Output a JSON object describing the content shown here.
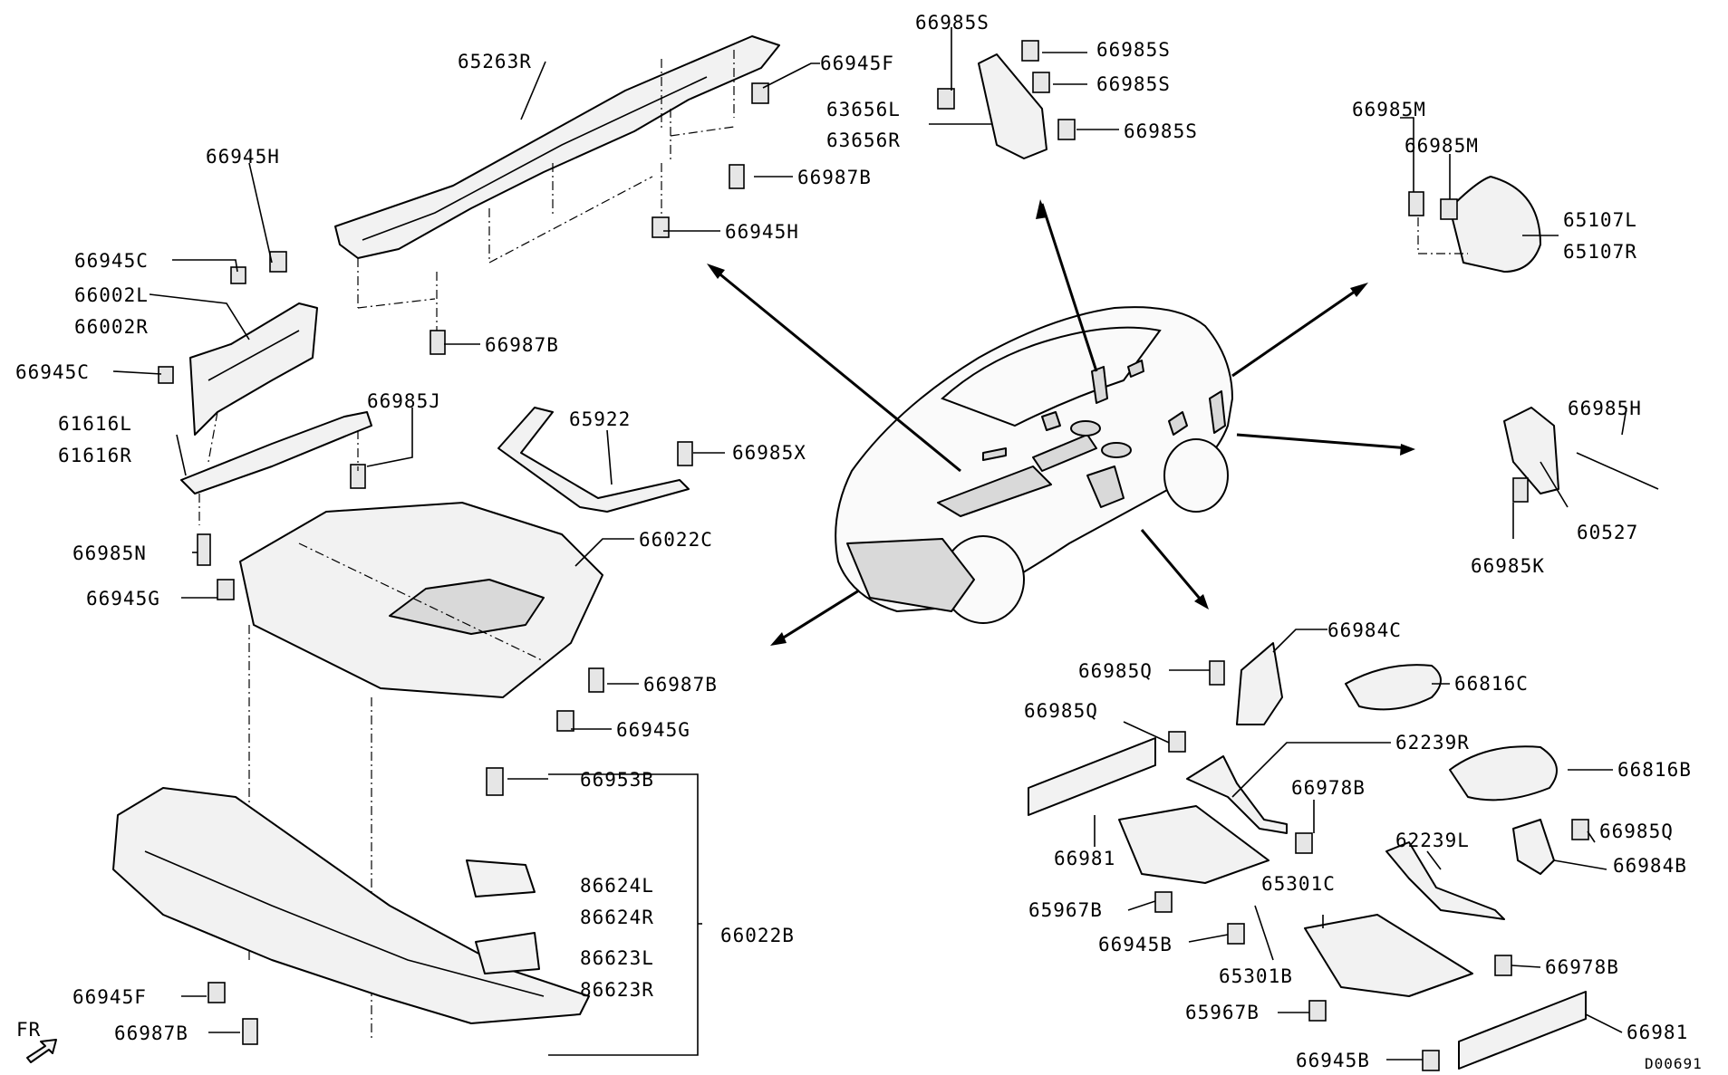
{
  "labels": {
    "p65263R": "65263R",
    "p66945F_a": "66945F",
    "p66987B_a": "66987B",
    "p66945H_a": "66945H",
    "p66945H_b": "66945H",
    "p66945C_a": "66945C",
    "p66002L": "66002L",
    "p66002R": "66002R",
    "p66945C_b": "66945C",
    "p66987B_b": "66987B",
    "p66985J": "66985J",
    "p61616L": "61616L",
    "p61616R": "61616R",
    "p65922": "65922",
    "p66985X": "66985X",
    "p66985N": "66985N",
    "p66945G_a": "66945G",
    "p66022C": "66022C",
    "p66987B_c": "66987B",
    "p66945G_b": "66945G",
    "p66953B": "66953B",
    "p86624L": "86624L",
    "p86624R": "86624R",
    "p66022B": "66022B",
    "p86623L": "86623L",
    "p86623R": "86623R",
    "p66945F_b": "66945F",
    "p66987B_d": "66987B",
    "fr": "FR",
    "p66985S_a": "66985S",
    "p66985S_b": "66985S",
    "p66985S_c": "66985S",
    "p66985S_d": "66985S",
    "p63656L": "63656L",
    "p63656R": "63656R",
    "p66985M_a": "66985M",
    "p66985M_b": "66985M",
    "p65107L": "65107L",
    "p65107R": "65107R",
    "p66985H": "66985H",
    "p60527": "60527",
    "p66985K": "66985K",
    "p66984C": "66984C",
    "p66985Q_a": "66985Q",
    "p66985Q_b": "66985Q",
    "p66816C": "66816C",
    "p62239R": "62239R",
    "p66816B": "66816B",
    "p66978B_a": "66978B",
    "p66981_a": "66981",
    "p62239L": "62239L",
    "p66985Q_c": "66985Q",
    "p66984B": "66984B",
    "p65301C": "65301C",
    "p65967B_a": "65967B",
    "p66945B_a": "66945B",
    "p65301B": "65301B",
    "p66978B_b": "66978B",
    "p65967B_b": "65967B",
    "p66981_b": "66981",
    "p66945B_b": "66945B",
    "code": "D00691"
  }
}
